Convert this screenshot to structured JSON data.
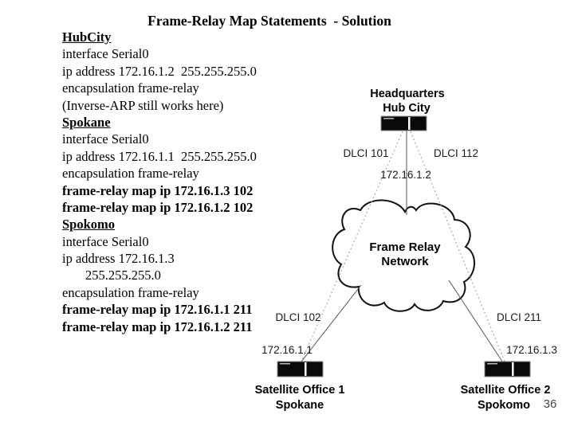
{
  "title": "Frame-Relay Map Statements  - Solution",
  "page": {
    "number": "36"
  },
  "config": {
    "lines": [
      {
        "text": "HubCity",
        "style": "heading"
      },
      {
        "text": "interface Serial0",
        "style": "normal"
      },
      {
        "text": "ip address 172.16.1.2  255.255.255.0",
        "style": "normal"
      },
      {
        "text": "encapsulation frame-relay",
        "style": "normal"
      },
      {
        "text": "(Inverse-ARP still works here)",
        "style": "normal"
      },
      {
        "text": "Spokane",
        "style": "heading"
      },
      {
        "text": "interface Serial0",
        "style": "normal"
      },
      {
        "text": "ip address 172.16.1.1  255.255.255.0",
        "style": "normal"
      },
      {
        "text": "encapsulation frame-relay",
        "style": "normal"
      },
      {
        "text": "frame-relay map ip 172.16.1.3 102",
        "style": "bold"
      },
      {
        "text": "frame-relay map ip 172.16.1.2 102",
        "style": "bold"
      },
      {
        "text": "Spokomo",
        "style": "heading"
      },
      {
        "text": "interface Serial0",
        "style": "normal"
      },
      {
        "text": "ip address 172.16.1.3",
        "style": "normal"
      },
      {
        "text": "255.255.255.0",
        "style": "indent"
      },
      {
        "text": "encapsulation frame-relay",
        "style": "normal"
      },
      {
        "text": "frame-relay map ip 172.16.1.1 211",
        "style": "bold"
      },
      {
        "text": "frame-relay map ip 172.16.1.2 211",
        "style": "bold"
      }
    ]
  },
  "diagram": {
    "hub": {
      "site": "Headquarters",
      "name": "Hub City",
      "ip": "172.16.1.2",
      "dlci_left": "DLCI 101",
      "dlci_right": "DLCI 112",
      "icon": "frame-relay-router-icon"
    },
    "cloud": {
      "line1": "Frame Relay",
      "line2": "Network",
      "icon": "network-cloud-icon"
    },
    "spokane": {
      "site": "Satellite Office 1",
      "name": "Spokane",
      "ip": "172.16.1.1",
      "dlci": "DLCI 102",
      "icon": "frame-relay-router-icon"
    },
    "spokomo": {
      "site": "Satellite Office 2",
      "name": "Spokomo",
      "ip": "172.16.1.3",
      "dlci": "DLCI 211",
      "icon": "frame-relay-router-icon"
    },
    "colors": {
      "cloud_stroke": "#111111",
      "solid_line": "#555555",
      "dotted_line": "#aaaaaa",
      "router_fill": "#0a0a0a",
      "text": "#000000",
      "page_number": "#444444"
    }
  }
}
